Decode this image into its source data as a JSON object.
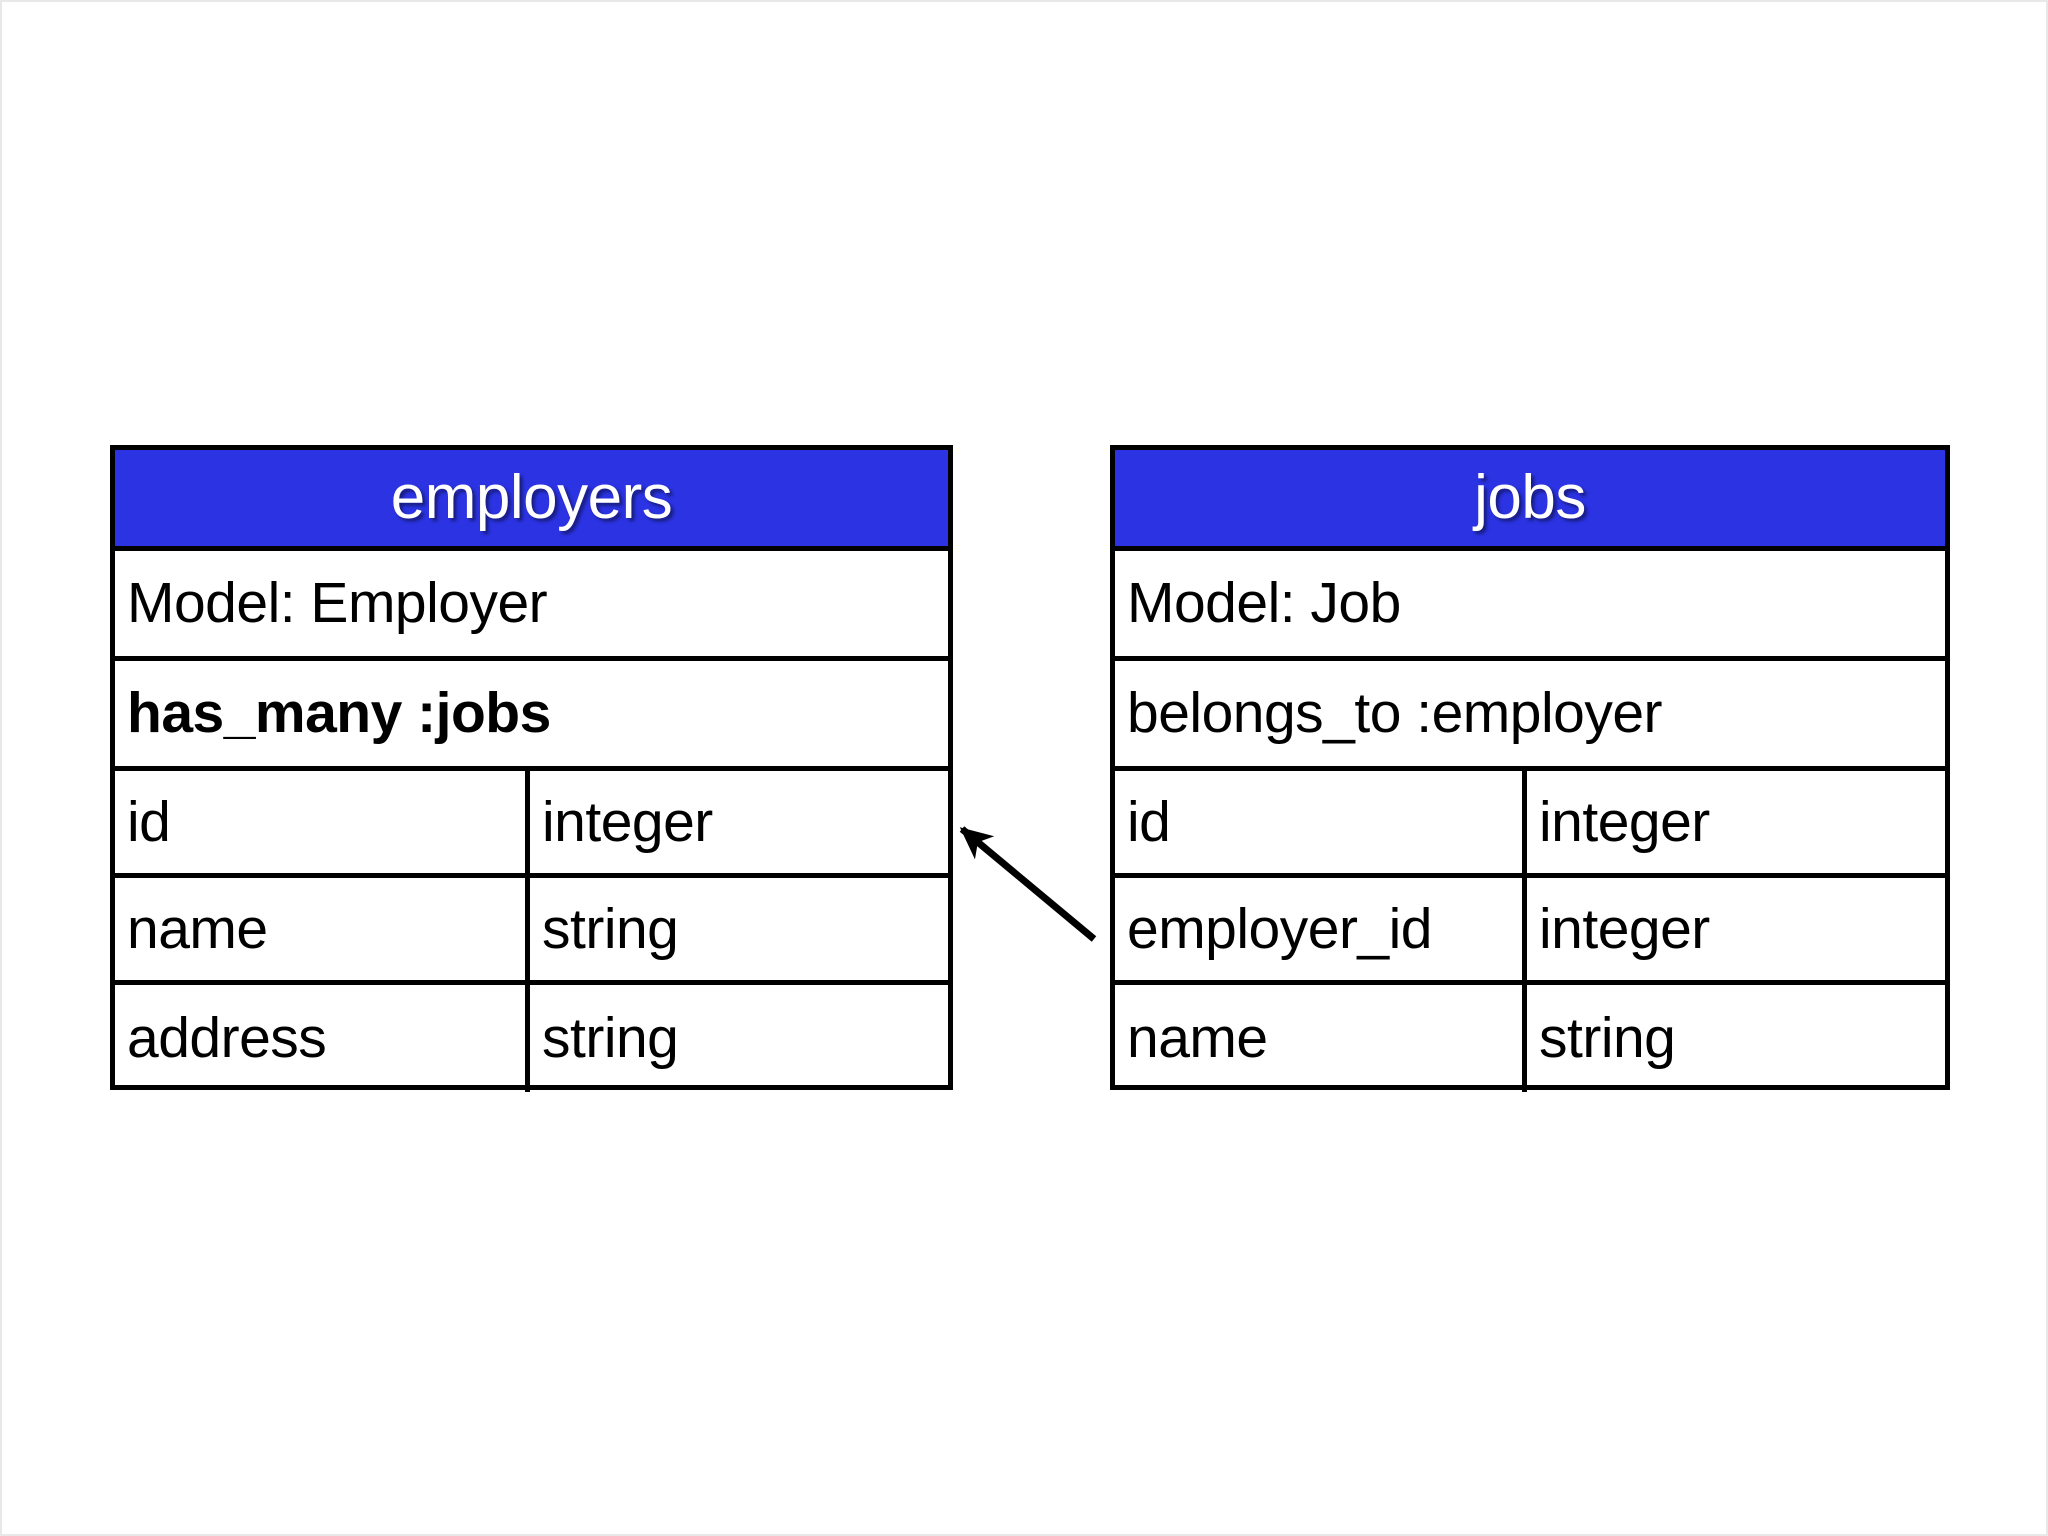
{
  "diagram": {
    "type": "entity-relationship-diagram",
    "background_color": "#ffffff",
    "header_color": "#2b33e3",
    "header_text_color": "#ffffff",
    "border_color": "#000000"
  },
  "entities": [
    {
      "table_name": "employers",
      "model_line": "Model: Employer",
      "association_line": "has_many :jobs",
      "association_bold": true,
      "columns": [
        {
          "name": "id",
          "type": "integer"
        },
        {
          "name": "name",
          "type": "string"
        },
        {
          "name": "address",
          "type": "string"
        }
      ]
    },
    {
      "table_name": "jobs",
      "model_line": "Model: Job",
      "association_line": "belongs_to :employer",
      "association_bold": false,
      "columns": [
        {
          "name": "id",
          "type": "integer"
        },
        {
          "name": "employer_id",
          "type": "integer"
        },
        {
          "name": "name",
          "type": "string"
        }
      ]
    }
  ],
  "relationship": {
    "icon": "arrow-up-left-icon",
    "from": "jobs.employer_id",
    "to": "employers.id",
    "color": "#000000"
  }
}
